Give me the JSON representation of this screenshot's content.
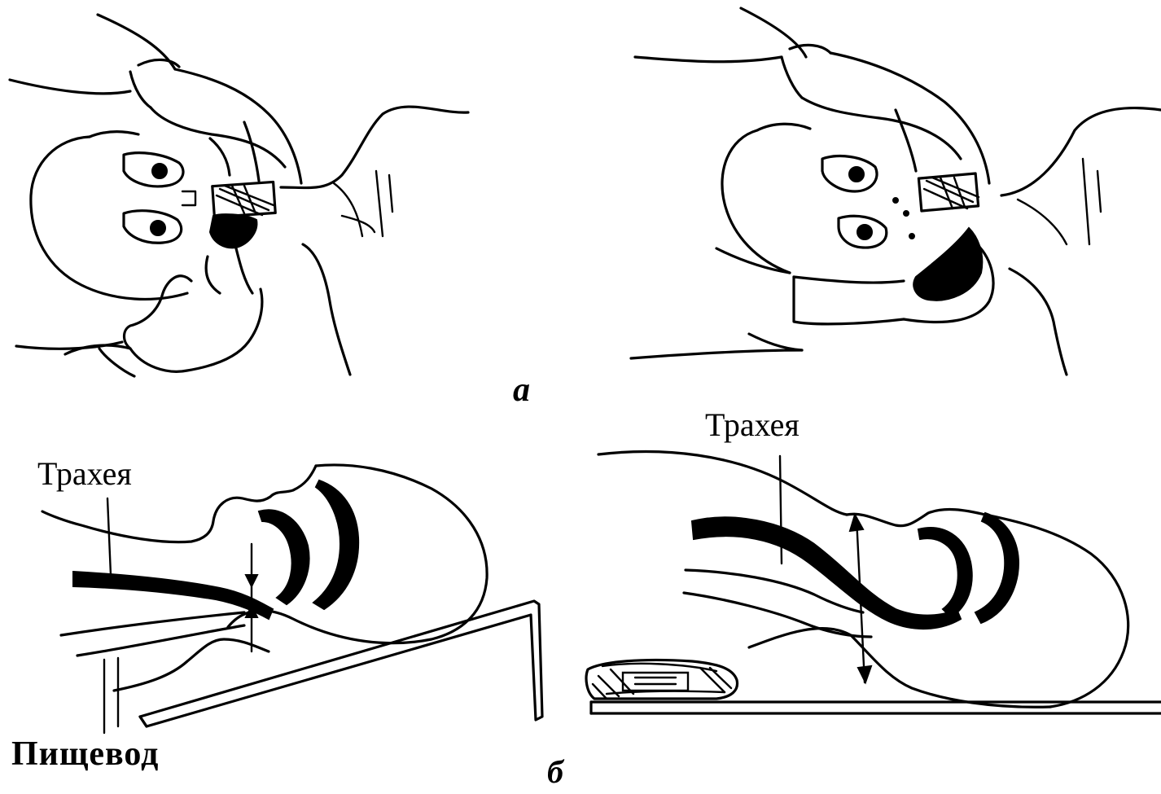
{
  "labels": {
    "trachea_left": "Трахея",
    "trachea_right": "Трахея",
    "esophagus": "Пищевод",
    "panel_a": "а",
    "panel_b": "б"
  },
  "colors": {
    "line": "#000000",
    "background": "#ffffff"
  }
}
